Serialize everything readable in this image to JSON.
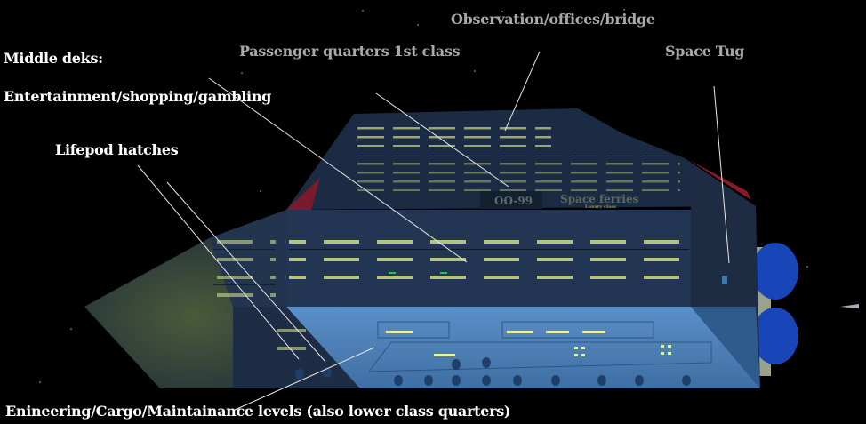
{
  "labels": {
    "observation": "Observation/offices/bridge",
    "passenger": "Passenger quarters 1st class",
    "space_tug": "Space Tug",
    "middle_decks_title": "Middle deks:",
    "middle_decks": "Entertainment/shopping/gambling",
    "lifepod": "Lifepod hatches",
    "engineering": "Enineering/Cargo/Maintainance levels (also lower class quarters)"
  },
  "hull_marking": {
    "registry": "OO-99",
    "name": "Space ferries",
    "subtitle": "Luxury class"
  },
  "colors": {
    "background": "#000000",
    "label_primary": "#ffffff",
    "label_secondary": "#a9a9a9",
    "hull_dark": "#1c2c44",
    "hull_light": "#4a7fb8",
    "window_light": "#d8e890",
    "engine": "#1a4fd0"
  }
}
